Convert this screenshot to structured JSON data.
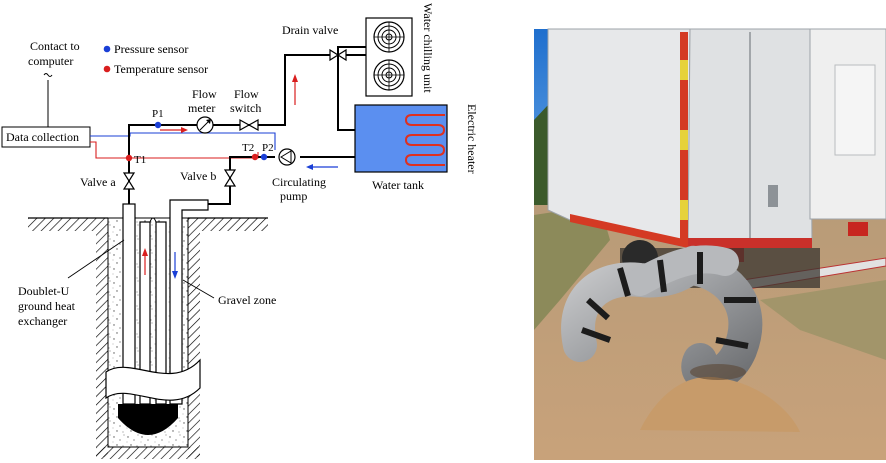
{
  "schematic": {
    "legend": {
      "pressure": "Pressure sensor",
      "temperature": "Temperature sensor",
      "pressure_color": "#1a3fd6",
      "temperature_color": "#d91e1e"
    },
    "contact_line1": "Contact to",
    "contact_line2": "computer",
    "data_collection": "Data collection",
    "p1": "P1",
    "p2": "P2",
    "t1": "T1",
    "t2": "T2",
    "flow_meter_line1": "Flow",
    "flow_meter_line2": "meter",
    "flow_switch_line1": "Flow",
    "flow_switch_line2": "switch",
    "drain_valve": "Drain valve",
    "water_chilling_unit": "Water chilling unit",
    "electric_heater": "Electric heater",
    "water_tank": "Water tank",
    "valve_a": "Valve a",
    "valve_b": "Valve b",
    "circulating_line1": "Circulating",
    "circulating_line2": "pump",
    "exchanger_line1": "Doublet-U",
    "exchanger_line2": "ground heat",
    "exchanger_line3": "exchanger",
    "gravel_zone": "Gravel zone",
    "tank_color": "#5b8ff0",
    "heater_color": "#e0301e"
  },
  "photo": {
    "sky_color": "#2e7bd2",
    "truck_color": "#e7e8ea",
    "stripe_red": "#d43a24",
    "stripe_yellow": "#e6d23a",
    "ground_color": "#bb9a72",
    "insulation_color": "#a9abae"
  }
}
